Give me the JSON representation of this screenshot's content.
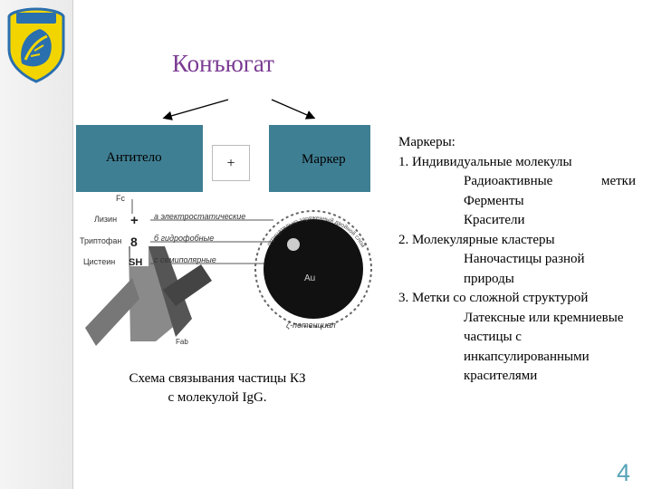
{
  "slide": {
    "title": "Конъюгат",
    "page_number": "4",
    "colors": {
      "title": "#7b3b93",
      "box_fill": "#3f7f93",
      "page_number": "#57a3b8",
      "logo_yellow": "#f2d500",
      "logo_blue": "#2a6fae"
    }
  },
  "conjugate": {
    "antibody_label": "Антитело",
    "plus_label": "+",
    "marker_label": "Маркер"
  },
  "diagram": {
    "left_labels": [
      "Лизин",
      "Триптофан",
      "Цистеин"
    ],
    "force_top": "Fс",
    "force_bottom": "Fab",
    "interactions": [
      "а электростатические",
      "б гидрофобные",
      "с семиполярные"
    ],
    "symbols": [
      "+",
      "8",
      "SH"
    ],
    "particle_label": "Au",
    "bottom_ring_label": "ζ-потенциал",
    "outer_ring_label": "отрицательно заряженный двойной слой"
  },
  "caption": {
    "line1": "Схема связывания частицы КЗ",
    "line2": "с молекулой IgG."
  },
  "markers_list": {
    "heading": "Маркеры:",
    "items": [
      "1. Индивидуальные молекулы",
      "2. Молекулярные кластеры",
      "3. Метки со сложной структурой"
    ],
    "sub1_a_word1": "Радиоактивные",
    "sub1_a_word2": "метки",
    "sub1_b": "Ферменты",
    "sub1_c": "Красители",
    "sub2_a": "Наночастицы разной природы",
    "sub3_a": "Латексные или кремниевые частицы с инкапсулированными красителями"
  }
}
